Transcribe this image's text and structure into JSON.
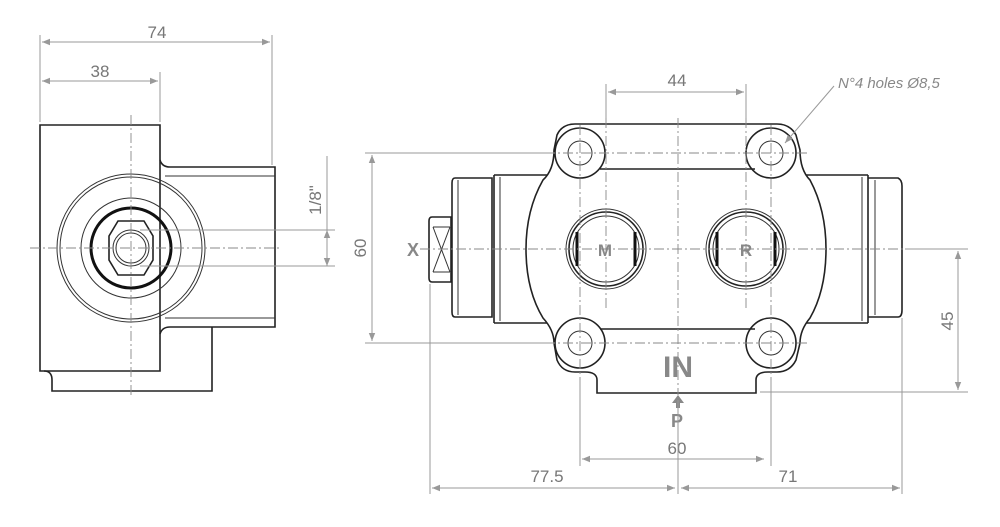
{
  "title": "Valve technical drawing",
  "side_view": {
    "dims": {
      "overall_width": "74",
      "block_width": "38",
      "thread": "1/8\""
    }
  },
  "front_view": {
    "dims": {
      "hole_spacing_top": "44",
      "hole_spacing_vertical": "60",
      "hole_spacing_bottom": "60",
      "left_length": "77.5",
      "right_length": "71",
      "inlet_height": "45"
    },
    "note": "N°4 holes Ø8,5",
    "ports": {
      "m": "M",
      "r": "R",
      "x": "X",
      "inlet": "IN",
      "pressure": "P"
    }
  },
  "colors": {
    "outline": "#222222",
    "dimension": "#999999",
    "text": "#777777"
  }
}
